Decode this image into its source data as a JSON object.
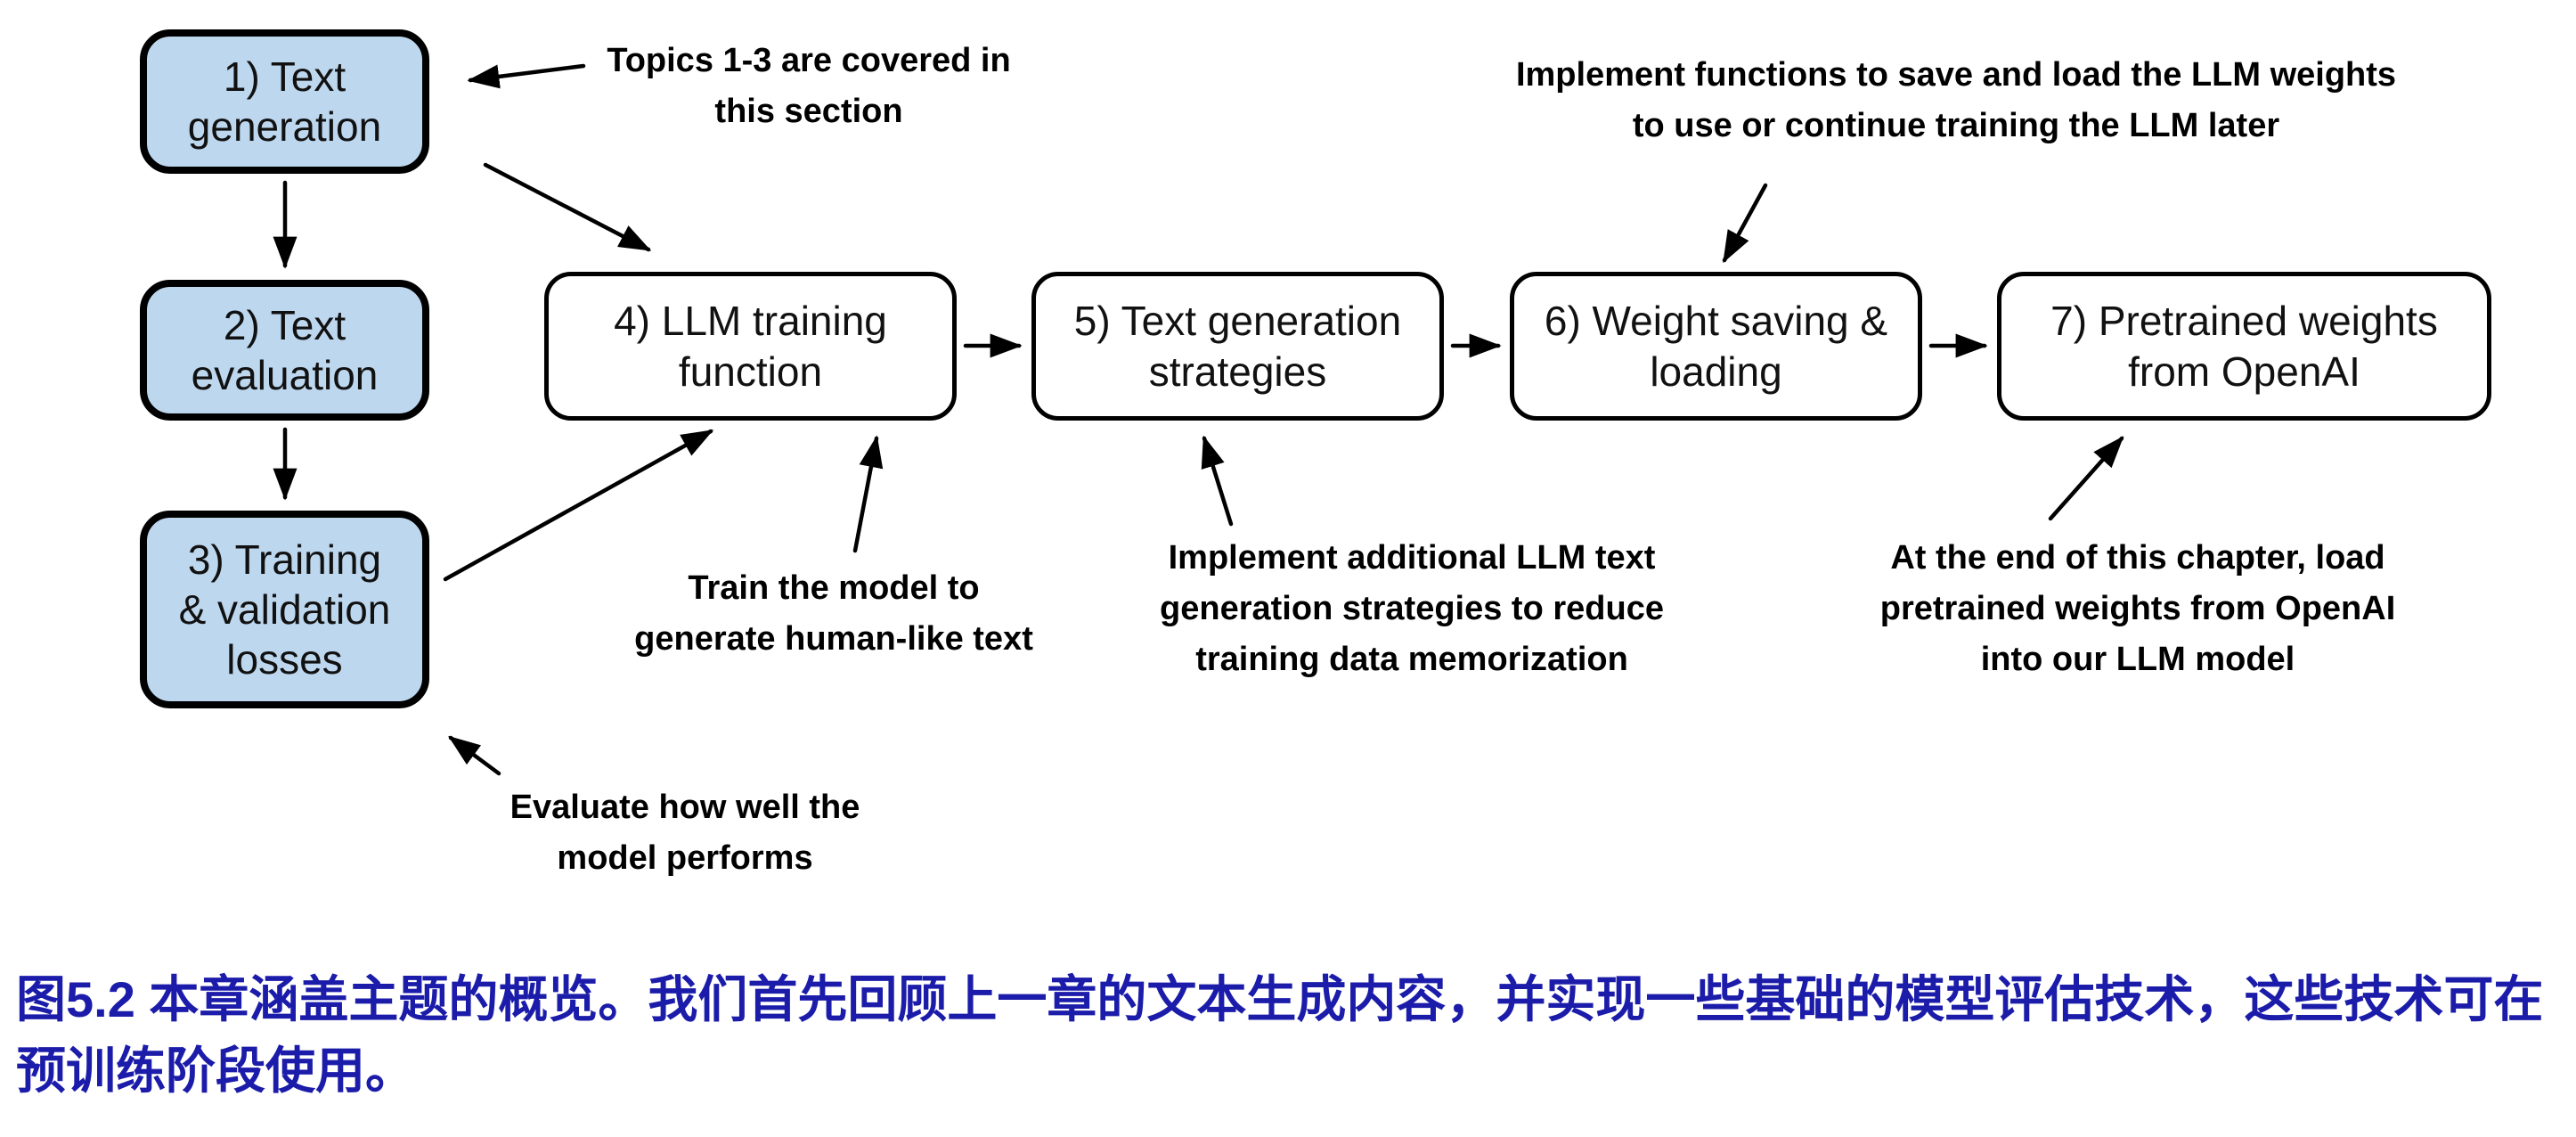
{
  "diagram": {
    "boxes": [
      {
        "label": "1) Text\ngeneration",
        "highlighted": true
      },
      {
        "label": "2) Text\nevaluation",
        "highlighted": true
      },
      {
        "label": "3) Training\n& validation\nlosses",
        "highlighted": true
      },
      {
        "label": "4) LLM training\nfunction",
        "highlighted": false
      },
      {
        "label": "5) Text generation\nstrategies",
        "highlighted": false
      },
      {
        "label": "6) Weight saving &\nloading",
        "highlighted": false
      },
      {
        "label": "7) Pretrained weights\nfrom OpenAI",
        "highlighted": false
      }
    ],
    "notes": [
      {
        "id": "topics",
        "text": "Topics 1-3 are covered in\nthis section"
      },
      {
        "id": "save-load",
        "text": "Implement functions to save and load the LLM weights\nto use or continue training the LLM later"
      },
      {
        "id": "train",
        "text": "Train the model to\ngenerate human-like text"
      },
      {
        "id": "strategies",
        "text": "Implement additional LLM text\ngeneration strategies to reduce\ntraining data memorization"
      },
      {
        "id": "openai",
        "text": "At the end of this chapter, load\npretrained weights from OpenAI\ninto our LLM model"
      },
      {
        "id": "evaluate",
        "text": "Evaluate how well the\nmodel performs"
      }
    ],
    "colors": {
      "highlight_fill": "#bdd7ee",
      "box_fill": "#ffffff",
      "stroke": "#000000",
      "caption_text": "#1c1caa"
    }
  },
  "caption": {
    "text": "图5.2 本章涵盖主题的概览。我们首先回顾上一章的文本生成内容，并实现一些基础的模型评估技术，这些技术可在预训练阶段使用。"
  }
}
